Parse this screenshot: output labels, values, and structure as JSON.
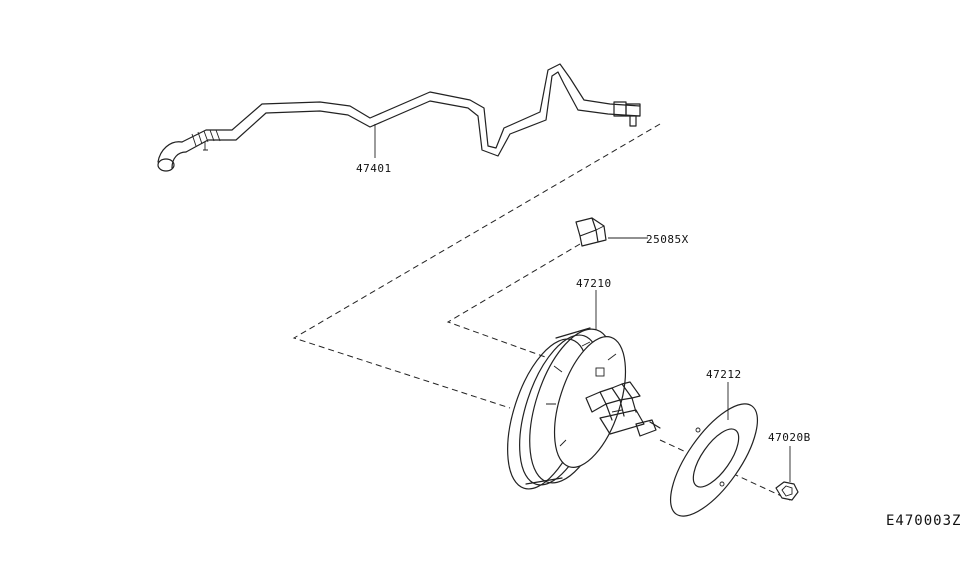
{
  "parts": [
    {
      "id": "vacuum-hose",
      "number": "47401"
    },
    {
      "id": "check-valve",
      "number": "25085X"
    },
    {
      "id": "brake-booster",
      "number": "47210"
    },
    {
      "id": "gasket",
      "number": "47212"
    },
    {
      "id": "nut",
      "number": "47020B"
    }
  ],
  "diagram_code": "E470003Z"
}
